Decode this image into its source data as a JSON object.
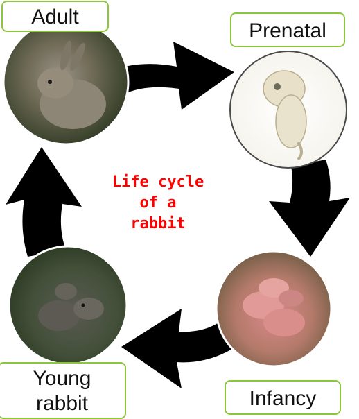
{
  "diagram": {
    "center_title_lines": [
      "Life cycle",
      "of a",
      "rabbit"
    ],
    "stages": {
      "adult": "Adult",
      "prenatal": "Prenatal",
      "infancy": "Infancy",
      "young_line1": "Young",
      "young_line2": "rabbit"
    }
  },
  "colors": {
    "title_red": "#ff0000",
    "label_border": "#8cc63f",
    "arrow": "#000000"
  }
}
